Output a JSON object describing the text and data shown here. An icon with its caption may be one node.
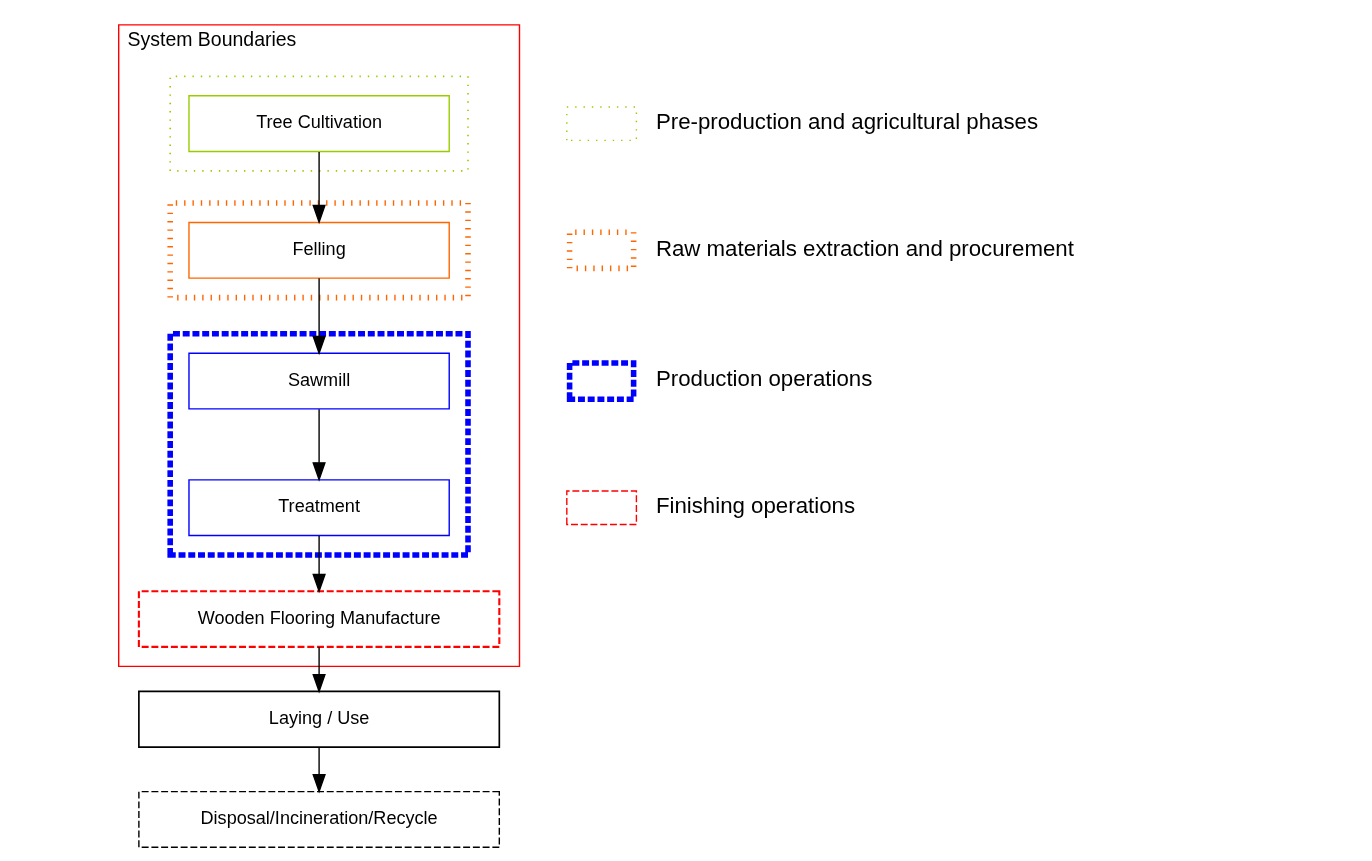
{
  "diagram": {
    "nodes": [
      {
        "text": [
          "System Boundaries"
        ]
      },
      {
        "text": [],
        "shape": "box",
        "in": 0
      },
      {
        "text": [
          "Tree Cultivation"
        ],
        "in": 1
      },
      {
        "text": [],
        "shape": "box",
        "in": 0
      },
      {
        "text": [
          "Felling"
        ],
        "in": 3
      },
      {
        "text": [],
        "shape": "box",
        "in": 0
      },
      {
        "text": [
          "Sawmill"
        ],
        "in": 5
      },
      {
        "text": [
          "Treatment"
        ],
        "in": 5
      },
      {
        "text": [
          "Wooden Flooring Manufacture"
        ],
        "in": 0
      },
      {
        "text": [
          "Laying / Use"
        ]
      },
      {
        "text": [
          "Disposal/Incineration/Recycle"
        ]
      }
    ],
    "edges": [
      {
        "from": 2,
        "to": 4,
        "arrow": "to"
      },
      {
        "from": 4,
        "to": 6,
        "arrow": "to"
      },
      {
        "from": 6,
        "to": 7,
        "arrow": "to"
      },
      {
        "from": 7,
        "to": 8,
        "arrow": "to"
      },
      {
        "from": 8,
        "to": 9,
        "arrow": "to"
      },
      {
        "from": 9,
        "to": 10,
        "arrow": "to"
      }
    ],
    "legend": [
      {
        "text": "Pre-production and agricultural phases"
      },
      {
        "text": "Raw materials extraction and procurement"
      },
      {
        "text": "Production operations"
      },
      {
        "text": "Finishing operations"
      }
    ]
  }
}
